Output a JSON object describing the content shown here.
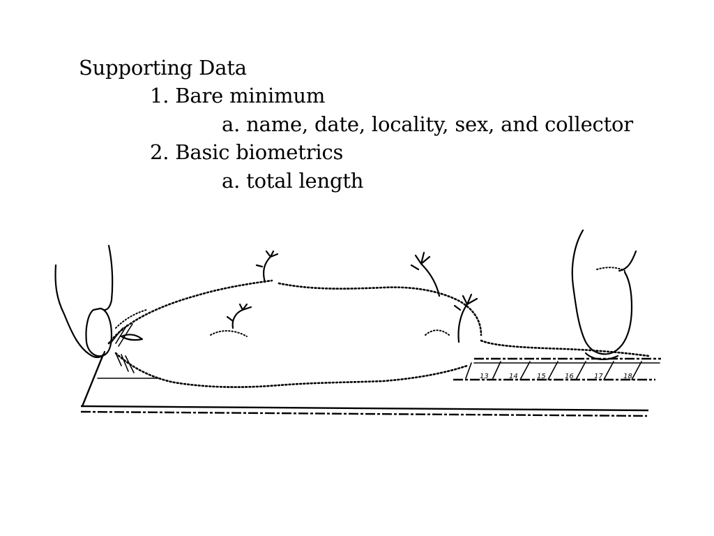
{
  "slide": {
    "heading": "Supporting Data",
    "items": [
      {
        "label": "1. Bare minimum",
        "subitems": [
          "a. name, date, locality, sex, and collector"
        ]
      },
      {
        "label": "2. Basic biometrics",
        "subitems": [
          "a. total length"
        ]
      }
    ]
  },
  "figure": {
    "ruler_marks": [
      "13",
      "14",
      "15",
      "16",
      "17",
      "18"
    ]
  }
}
